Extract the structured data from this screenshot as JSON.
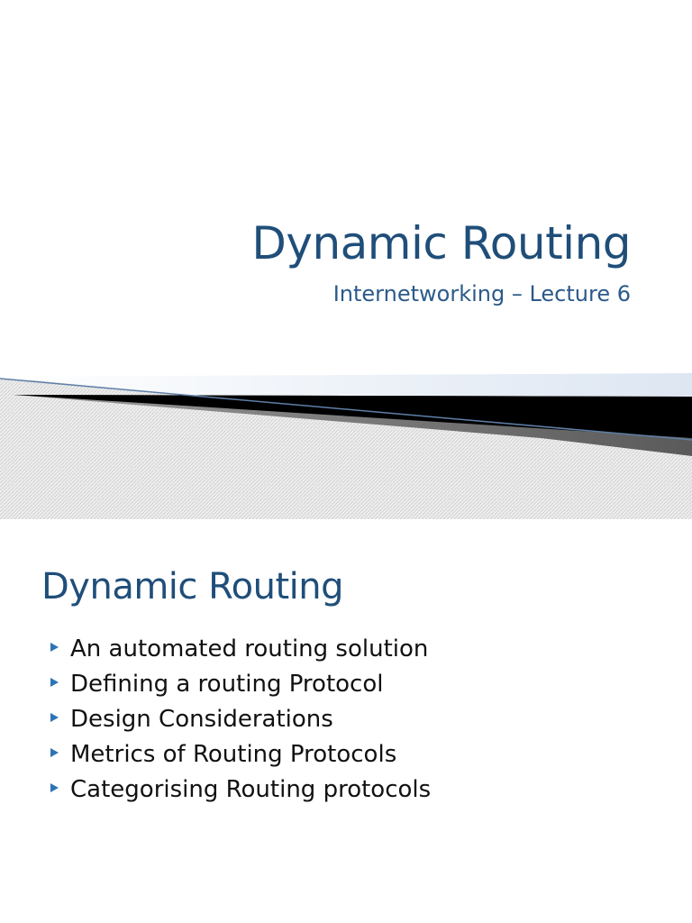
{
  "theme": {
    "title_color": "#1f4e79",
    "subtitle_color": "#2b5a8a",
    "bullet_color": "#2e74b5",
    "text_color": "#111111"
  },
  "slide_1": {
    "title": "Dynamic Routing",
    "subtitle": "Internetworking – Lecture 6"
  },
  "slide_2": {
    "title": "Dynamic Routing",
    "bullet_icon": "triangle-right-icon",
    "bullets": [
      "An automated routing solution",
      "Defining a routing Protocol",
      "Design Considerations",
      "Metrics of Routing Protocols",
      "Categorising Routing protocols"
    ]
  }
}
